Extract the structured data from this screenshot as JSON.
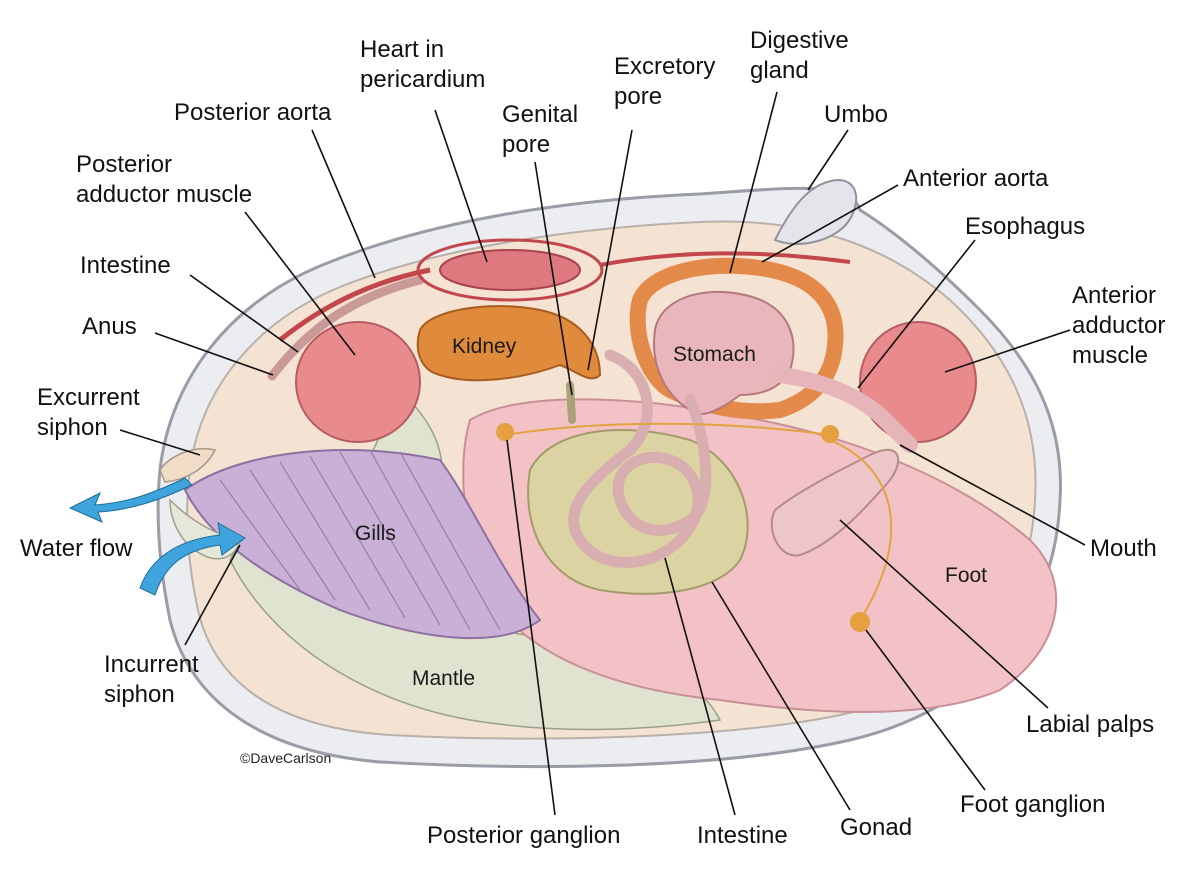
{
  "labels": {
    "heart_line1": "Heart in",
    "heart_line2": "pericardium",
    "posterior_aorta": "Posterior aorta",
    "posterior_adductor_line1": "Posterior",
    "posterior_adductor_line2": "adductor muscle",
    "intestine_top": "Intestine",
    "anus": "Anus",
    "excurrent_line1": "Excurrent",
    "excurrent_line2": "siphon",
    "water_flow": "Water flow",
    "incurrent_line1": "Incurrent",
    "incurrent_line2": "siphon",
    "genital_line1": "Genital",
    "genital_line2": "pore",
    "excretory_line1": "Excretory",
    "excretory_line2": "pore",
    "digestive_line1": "Digestive",
    "digestive_line2": "gland",
    "umbo": "Umbo",
    "anterior_aorta": "Anterior aorta",
    "esophagus": "Esophagus",
    "anterior_adductor_line1": "Anterior",
    "anterior_adductor_line2": "adductor",
    "anterior_adductor_line3": "muscle",
    "mouth": "Mouth",
    "labial_palps": "Labial palps",
    "foot_ganglion": "Foot ganglion",
    "gonad": "Gonad",
    "intestine_bottom": "Intestine",
    "posterior_ganglion": "Posterior ganglion",
    "kidney": "Kidney",
    "stomach": "Stomach",
    "gills": "Gills",
    "mantle": "Mantle",
    "foot": "Foot",
    "credit": "©DaveCarlson"
  },
  "colors": {
    "shell": "#e6e6ea",
    "mantle": "#dfe3cf",
    "gills": "#c9b0d6",
    "foot": "#f2c2c6",
    "kidney": "#e08a3c",
    "stomach": "#e9b7bb",
    "digestive_gland": "#e38a4a",
    "gonad": "#dcd3a3",
    "adductor": "#e98a8c",
    "heart": "#e0797f",
    "water_arrow": "#3fa3dd"
  }
}
